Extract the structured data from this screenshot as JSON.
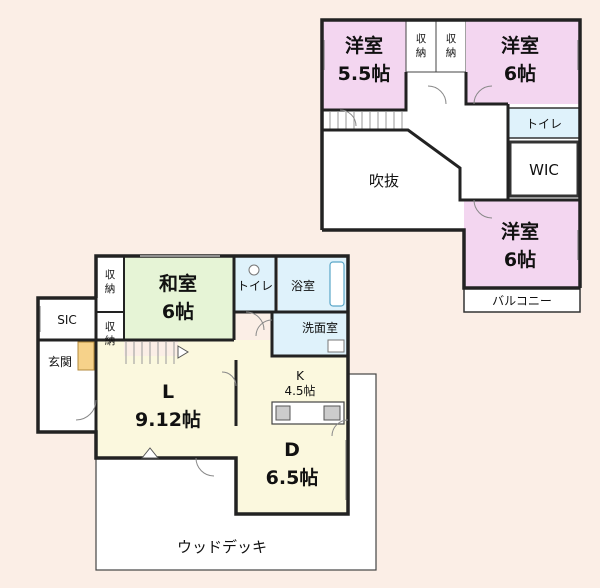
{
  "floor_plan": {
    "second_floor": {
      "western_room_west": {
        "name": "洋室",
        "size": "5.5帖"
      },
      "storage_a": "収納",
      "storage_b": "収納",
      "western_room_east": {
        "name": "洋室",
        "size": "6帖"
      },
      "toilet": "トイレ",
      "wic": "WIC",
      "void": "吹抜",
      "western_room_south": {
        "name": "洋室",
        "size": "6帖"
      },
      "balcony": "バルコニー"
    },
    "first_floor": {
      "storage_top": "収納",
      "storage_bottom": "収納",
      "japanese_room": {
        "name": "和室",
        "size": "6帖"
      },
      "toilet": "トイレ",
      "bathroom": "浴室",
      "washroom": "洗面室",
      "sic": "SIC",
      "entrance": "玄関",
      "living": {
        "name": "L",
        "size": "9.12帖"
      },
      "kitchen": {
        "name": "K",
        "size": "4.5帖"
      },
      "dining": {
        "name": "D",
        "size": "6.5帖"
      },
      "wood_deck": "ウッドデッキ"
    },
    "colors": {
      "background": "#fbeee6",
      "western_room": "#f3d6f0",
      "japanese_room": "#e6f4d6",
      "ldk": "#fbf8de",
      "wet_area": "#dff2fb",
      "neutral": "#ffffff"
    }
  }
}
